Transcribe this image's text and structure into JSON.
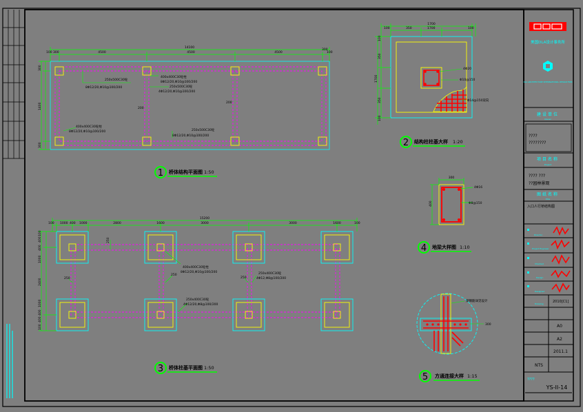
{
  "colors": {
    "background": "#7f7f7f",
    "frame": "#000000",
    "dimension": "#00ff00",
    "slab_outline": "#00ffff",
    "beam": "#ff00ff",
    "column_outline": "#ffff00",
    "footing": "#00ffff",
    "rebar": "#ff0000",
    "note": "#000000",
    "title_circle": "#00ff00",
    "title_text": "#000000",
    "titleblock_text": "#00ffff",
    "logo_red": "#ff0000",
    "signature_red": "#ff0000"
  },
  "plan1": {
    "overall_dim": "14100",
    "top_dims": [
      "100",
      "300",
      "4500",
      "4500",
      "4500",
      "300",
      "100"
    ],
    "left_dims": [
      "300",
      "1400",
      "300"
    ],
    "notes": [
      "250x500C30砼",
      "8Φ12/20,Φ10@100/200",
      "400x400C30砼柱",
      "8Φ12/20,Φ10@100/200",
      "250x500C30砼",
      "4Φ12/20,Φ10@100/200",
      "200",
      "200",
      "400x400C30砼柱",
      "8Φ12/20,Φ10@100/200",
      "250x500C30砼",
      "8Φ12/20,Φ10@100/200"
    ],
    "title_number": "1",
    "title_text": "桥体结构平面图",
    "scale": "1:50"
  },
  "plan3": {
    "overall_dim": "15200",
    "top_dims": [
      "100",
      "1000",
      "400",
      "1000",
      "2800",
      "1600",
      "3000",
      "3000",
      "1600",
      "100"
    ],
    "left_dims": [
      "100",
      "400",
      "400",
      "1000",
      "2400",
      "1000",
      "400",
      "400",
      "100"
    ],
    "notes": [
      "250",
      "400x400C30砼柱",
      "8Φ12/20,Φ10@100/200",
      "250",
      "250x400C30砼",
      "4Φ12,Φ8@100/200",
      "250x400C30砼",
      "4Φ12/20,Φ8@100/200",
      "250",
      "250"
    ],
    "title_number": "3",
    "title_text": "桥体柱基平面图",
    "scale": "1:50"
  },
  "detail2": {
    "overall_dim": "1700",
    "top_dims": [
      "100",
      "350",
      "1700",
      "100"
    ],
    "left_dims": [
      "100",
      "350",
      "1700",
      "350",
      "100"
    ],
    "notes": [
      "4Φ20",
      "Φ10@150",
      "Φ14@150双向"
    ],
    "title_number": "2",
    "title_text": "结构柱柱基大样",
    "scale": "1:20"
  },
  "detail4": {
    "width_dim": "300",
    "height_dim": "400",
    "notes": [
      "4Φ16",
      "Φ8@150"
    ],
    "title_number": "4",
    "title_text": "地梁大样图",
    "scale": "1:10"
  },
  "detail5": {
    "notes": [
      "梁钢筋详见设计",
      "300"
    ],
    "title_number": "5",
    "title_text": "方通连接大样",
    "scale": "1:15"
  },
  "title_block": {
    "company": "美国DLA设计事务所",
    "company_sub": "DLA ARCHITECTURE INTERNATIONAL DESIGN FIRM",
    "client_label": "建设单位",
    "client_label_en": "Owner",
    "client_value_1": "????",
    "client_value_2": "????????",
    "project_label": "项目名称",
    "project_label_en": "Project",
    "project_value_1": "???? ???",
    "project_value_2": "??园林景观",
    "drawing_label": "图纸名称",
    "drawing_label_en": "Title",
    "drawing_value": "入口人行桥结构图",
    "roles": [
      "Director",
      "Project Engineer",
      "Checked",
      "Design",
      "Designed",
      "Drawing"
    ],
    "date_value": "2010[C1]",
    "rev_value": "A0",
    "size_value": "A2",
    "date2_value": "2011.1",
    "scale_value": "NTS",
    "sheet_label": "????",
    "sheet_no": "YS-II-14"
  }
}
